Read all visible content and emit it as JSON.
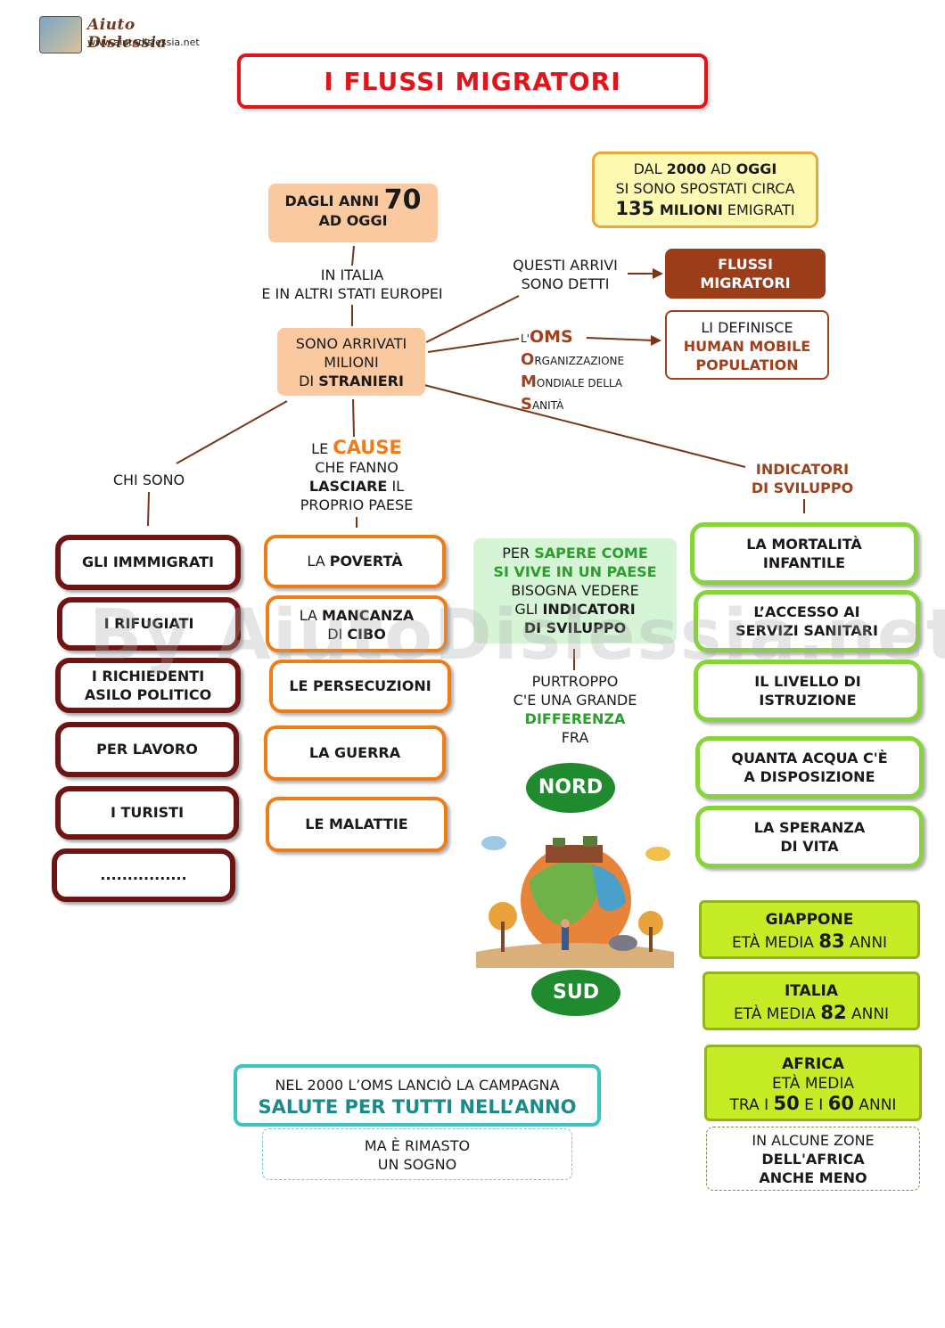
{
  "header": {
    "logo_name": "Aiuto Dislessia",
    "logo_url": "www.aiutodislessia.net"
  },
  "title": "I FLUSSI MIGRATORI",
  "dal2000": {
    "l1a": "DAL ",
    "l1b": "2000",
    "l1c": " AD ",
    "l1d": "OGGI",
    "l2": "SI SONO SPOSTATI CIRCA",
    "l3a": "135",
    "l3b": " MILIONI",
    "l3c": " EMIGRATI"
  },
  "anni70": {
    "l1a": "DAGLI ANNI ",
    "l1b": "70",
    "l2": "AD OGGI"
  },
  "italia": {
    "l1": "IN ITALIA",
    "l2": "E IN ALTRI STATI EUROPEI"
  },
  "stranieri": {
    "l1": "SONO ARRIVATI",
    "l2": "MILIONI",
    "l3a": "DI ",
    "l3b": "STRANIERI"
  },
  "arrivi": {
    "l1": "QUESTI ARRIVI",
    "l2": "SONO DETTI"
  },
  "flussi": {
    "l1": "FLUSSI",
    "l2": "MIGRATORI"
  },
  "oms": {
    "l1a": "L'",
    "l1b": "OMS",
    "o": "O",
    "o_rest": "RGANIZZAZIONE",
    "m": "M",
    "m_rest": "ONDIALE DELLA",
    "s": "S",
    "s_rest": "ANITÀ"
  },
  "definisce": {
    "l1": "LI DEFINISCE",
    "l2": "HUMAN MOBILE",
    "l3": "POPULATION"
  },
  "chi_sono": "CHI SONO",
  "cause": {
    "l1a": "LE ",
    "l1b": "CAUSE",
    "l2": "CHE FANNO",
    "l3a": "LASCIARE",
    "l3b": " IL",
    "l4": "PROPRIO PAESE"
  },
  "indicatori": {
    "l1": "INDICATORI",
    "l2": "DI SVILUPPO"
  },
  "chi_list": [
    {
      "l1": "GLI IMMMIGRATI"
    },
    {
      "l1": "I RIFUGIATI"
    },
    {
      "l1": "I RICHIEDENTI",
      "l2": "ASILO POLITICO"
    },
    {
      "l1": "PER LAVORO"
    },
    {
      "l1": "I TURISTI"
    },
    {
      "l1": "................"
    }
  ],
  "cause_list": {
    "poverta_a": "LA ",
    "poverta_b": "POVERTÀ",
    "cibo_a": "LA ",
    "cibo_b": "MANCANZA",
    "cibo_c": "DI ",
    "cibo_d": "CIBO",
    "persecuzioni": "LE PERSECUZIONI",
    "guerra": "LA GUERRA",
    "malattie": "LE MALATTIE"
  },
  "sapere": {
    "l1a": "PER ",
    "l1b": "SAPERE COME",
    "l2": "SI VIVE IN UN PAESE",
    "l3": "BISOGNA VEDERE",
    "l4a": "GLI ",
    "l4b": "INDICATORI",
    "l5": "DI SVILUPPO"
  },
  "purtroppo": {
    "l1": "PURTROPPO",
    "l2": "C'E UNA GRANDE",
    "l3": "DIFFERENZA",
    "l4": "FRA"
  },
  "nord": "NORD",
  "sud": "SUD",
  "indicator_list": [
    {
      "l1": "LA MORTALITÀ",
      "l2": "INFANTILE"
    },
    {
      "l1": "L’ACCESSO AI",
      "l2": "SERVIZI SANITARI"
    },
    {
      "l1": "IL LIVELLO DI",
      "l2": "ISTRUZIONE"
    },
    {
      "l1": "QUANTA ACQUA C'È",
      "l2": "A DISPOSIZIONE"
    },
    {
      "l1": "LA SPERANZA",
      "l2": "DI VITA"
    }
  ],
  "life": [
    {
      "country": "GIAPPONE",
      "pre": "ETÀ MEDIA ",
      "num": "83",
      "post": " ANNI"
    },
    {
      "country": "ITALIA",
      "pre": "ETÀ MEDIA ",
      "num": "82",
      "post": " ANNI"
    }
  ],
  "africa": {
    "country": "AFRICA",
    "l2": "ETÀ MEDIA",
    "l3a": "TRA I ",
    "l3b": "50",
    "l3c": " E I ",
    "l3d": "60",
    "l3e": " ANNI"
  },
  "meno": {
    "l1": "IN ALCUNE ZONE",
    "l2": "DELL'AFRICA",
    "l3": "ANCHE MENO"
  },
  "salute": {
    "l1": "NEL 2000 L’OMS LANCIÒ LA CAMPAGNA",
    "l2": "SALUTE PER TUTTI NELL’ANNO"
  },
  "sogno": {
    "l1": "MA È RIMASTO",
    "l2": "UN SOGNO"
  },
  "watermark": "By AiutoDislessia.net",
  "icons": {
    "logo": "book-icon",
    "illustration": "earth-climate-illustration"
  },
  "colors": {
    "title": "#e0151b",
    "maroon": "#6e1414",
    "orange": "#f07c18",
    "green": "#86d43a",
    "lime": "#c6ec25",
    "teal": "#3cc4c4",
    "brown": "#a0411d"
  }
}
